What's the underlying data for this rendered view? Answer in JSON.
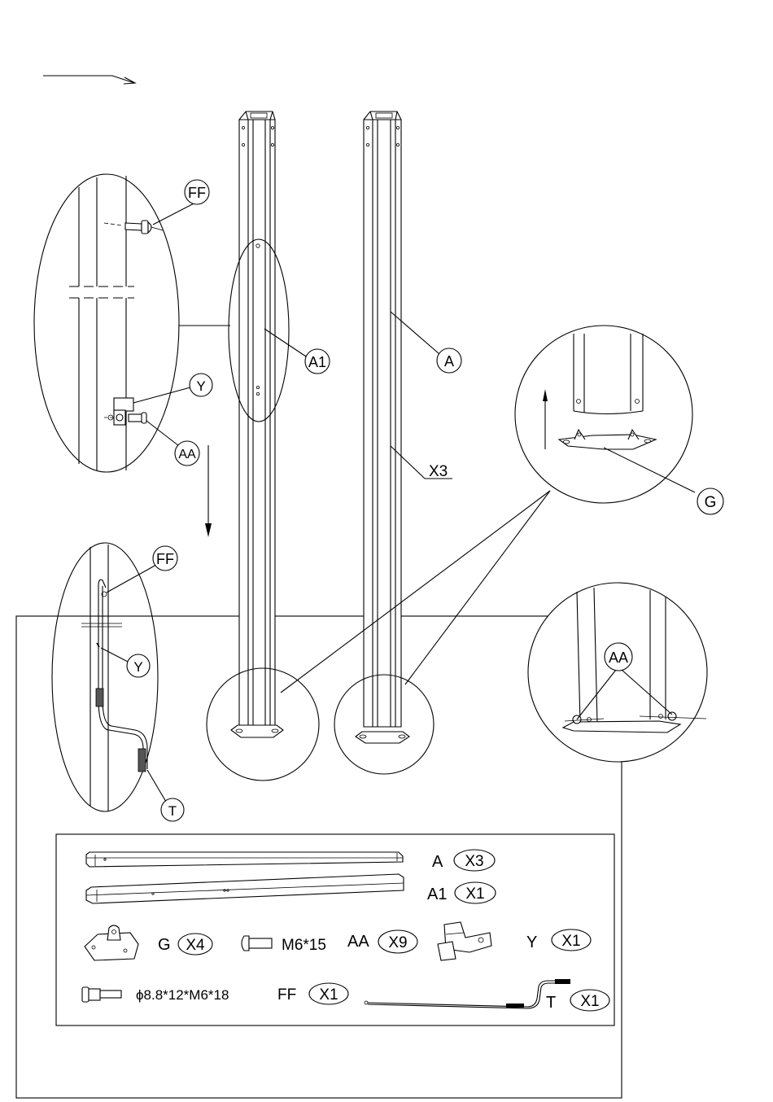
{
  "callouts": {
    "ff_top": "FF",
    "y_top": "Y",
    "aa_top": "AA",
    "a1": "A1",
    "a": "A",
    "x3": "X3",
    "g": "G",
    "ff_mid": "FF",
    "y_mid": "Y",
    "t": "T",
    "aa_right": "AA"
  },
  "parts_list": [
    {
      "code": "A",
      "qty": "X3"
    },
    {
      "code": "A1",
      "qty": "X1"
    },
    {
      "code": "G",
      "qty": "X4"
    },
    {
      "size": "M6*15",
      "code": "AA",
      "qty": "X9"
    },
    {
      "code": "Y",
      "qty": "X1"
    },
    {
      "size": "ϕ8.8*12*M6*18",
      "code": "FF",
      "qty": "X1"
    },
    {
      "code": "T",
      "qty": "X1"
    }
  ]
}
